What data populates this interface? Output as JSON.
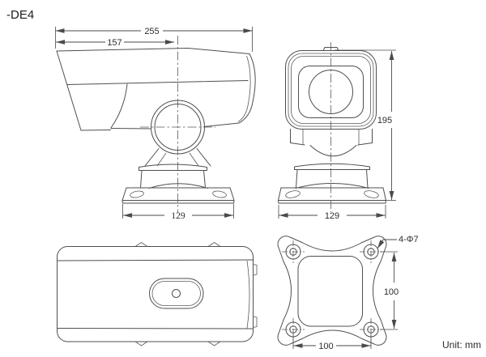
{
  "title": "-DE4",
  "unit_label": "Unit: mm",
  "colors": {
    "line": "#4f4f4f",
    "text": "#2d2d2d",
    "background": "#ffffff"
  },
  "side_view": {
    "dim_overall_length": "255",
    "dim_shield_length": "157",
    "dim_base_width": "129"
  },
  "front_view": {
    "dim_height": "195",
    "dim_base_width": "129"
  },
  "plate_view": {
    "hole_callout": "4-Φ7",
    "dim_hole_spacing_vertical": "100",
    "dim_hole_spacing_horizontal": "100"
  }
}
